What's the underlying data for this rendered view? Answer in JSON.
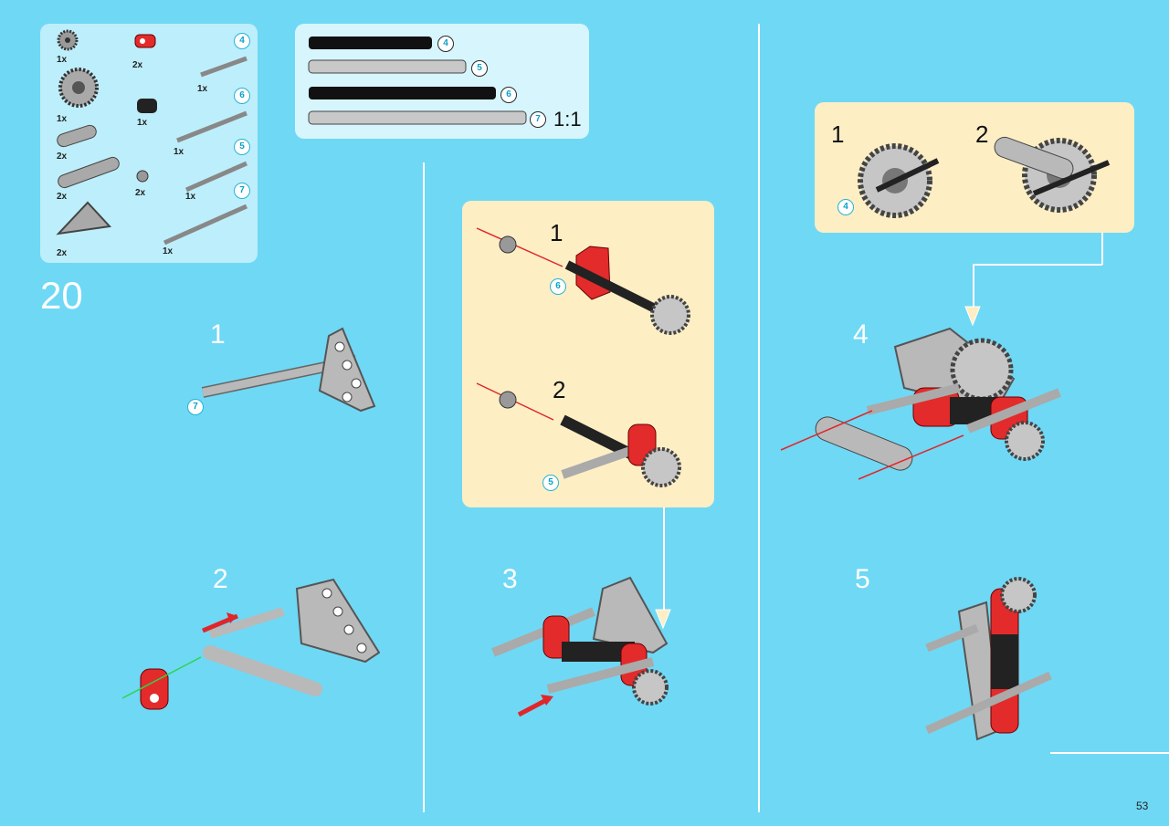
{
  "page": {
    "step_number": "20",
    "page_number": "53",
    "scale_label": "1:1"
  },
  "parts_list": {
    "items": [
      {
        "name": "gear-12-tooth",
        "qty": "1x"
      },
      {
        "name": "axle-pin-connector-red",
        "qty": "2x"
      },
      {
        "name": "axle-4",
        "qty": "1x",
        "length_callout": "4"
      },
      {
        "name": "gear-24-tooth",
        "qty": "1x"
      },
      {
        "name": "connector-black",
        "qty": "1x"
      },
      {
        "name": "axle-6",
        "qty": "1x",
        "length_callout": "6"
      },
      {
        "name": "beam-3",
        "qty": "2x"
      },
      {
        "name": "axle-5",
        "qty": "1x",
        "length_callout": "5"
      },
      {
        "name": "beam-5",
        "qty": "2x"
      },
      {
        "name": "bush",
        "qty": "2x"
      },
      {
        "name": "axle-7",
        "qty": "1x",
        "length_callout": "7"
      },
      {
        "name": "triangle-beam",
        "qty": "2x"
      }
    ]
  },
  "rod_lengths": [
    "4",
    "5",
    "6",
    "7"
  ],
  "steps": {
    "s1": "1",
    "s2": "2",
    "s3": "3",
    "s4": "4",
    "s5": "5"
  },
  "sub_left": {
    "a": "1",
    "a_callout": "6",
    "b": "2",
    "b_callout": "5"
  },
  "sub_right": {
    "a": "1",
    "a_callout": "4",
    "b": "2"
  },
  "callouts": {
    "step1": "7"
  },
  "colors": {
    "background": "#6fd8f5",
    "panel": "#fdeec4",
    "parts_panel": "#bdeefb",
    "arrow_red": "#e0262a",
    "arrow_green": "#2bd64a"
  }
}
